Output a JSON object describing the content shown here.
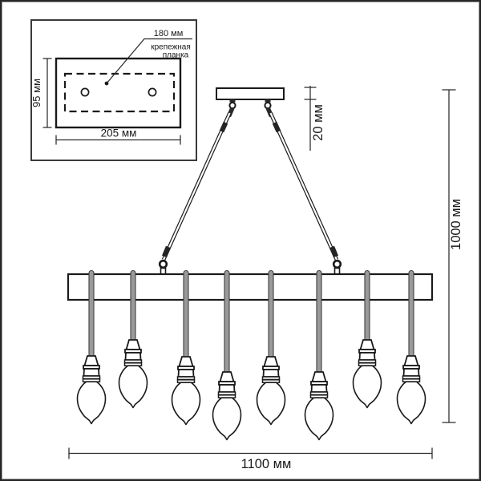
{
  "diagram": {
    "kind": "pendant-light-installation-drawing",
    "inset": {
      "hole_spacing": "180 мм",
      "bracket_line1": "крепежная",
      "bracket_line2": "планка",
      "plate_height": "95 мм",
      "plate_width": "205 мм"
    },
    "main": {
      "canopy_height": "20 мм",
      "fixture_height": "1000 мм",
      "fixture_width": "1100 мм",
      "bulb_count": 8
    },
    "colors": {
      "line": "#1a1a1a",
      "cord": "#9a9a9a",
      "background": "#ffffff"
    }
  }
}
